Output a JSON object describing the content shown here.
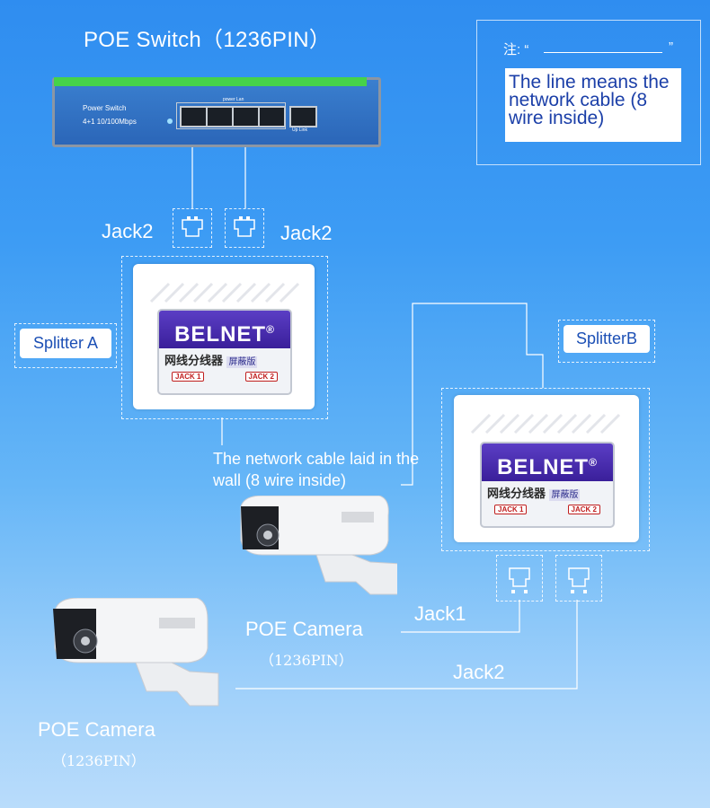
{
  "switch": {
    "title": "POE Switch（1236PIN）",
    "device_name": "Power Switch",
    "device_speed": "4+1 10/100Mbps",
    "port_group_label": "power Lan",
    "uplink_label": "Up Link"
  },
  "note": {
    "prefix": "注: “",
    "suffix": "”",
    "text": "The line means the network cable (8 wire inside)"
  },
  "splitter_a": {
    "label": "Splitter A",
    "jack_left": "Jack2",
    "jack_right": "Jack2",
    "brand": "BELNET",
    "reg_mark": "®",
    "chinese": "网线分线器",
    "tag": "屏蔽版",
    "jack1": "JACK 1",
    "jack2": "JACK 2"
  },
  "splitter_b": {
    "label": "SplitterB",
    "brand": "BELNET",
    "reg_mark": "®",
    "chinese": "网线分线器",
    "tag": "屏蔽版",
    "jack1": "JACK 1",
    "jack2": "JACK 2"
  },
  "wall_cable": "The network cable laid in the wall (8 wire inside)",
  "cameras": [
    {
      "label": "POE Camera",
      "sub": "（1236PIN）",
      "jack": "Jack1"
    },
    {
      "label": "POE Camera",
      "sub": "（1236PIN）",
      "jack": "Jack2"
    }
  ],
  "colors": {
    "background": "#3d9cf4",
    "brand_purple": "#3a1f9a",
    "text_blue": "#1b3fa8"
  }
}
